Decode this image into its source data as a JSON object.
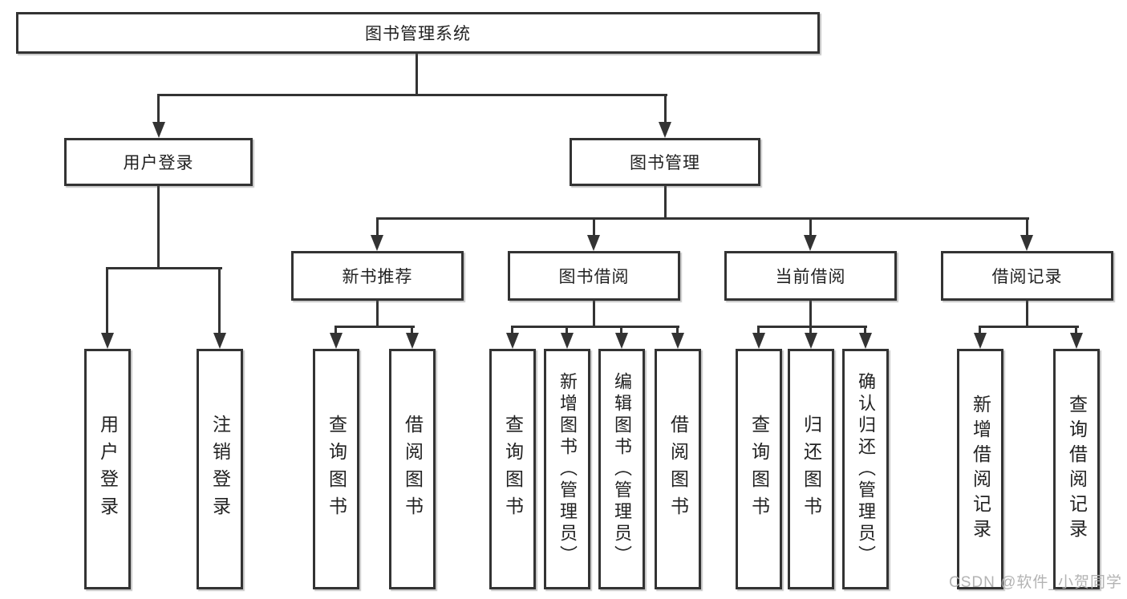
{
  "tree": {
    "root": "图书管理系统",
    "branches": [
      {
        "label": "用户登录",
        "children": [
          "用户登录",
          "注销登录"
        ]
      },
      {
        "label": "图书管理",
        "children": [
          {
            "label": "新书推荐",
            "children": [
              "查询图书",
              "借阅图书"
            ]
          },
          {
            "label": "图书借阅",
            "children": [
              "查询图书",
              "新增图书（管理员）",
              "编辑图书（管理员）",
              "借阅图书"
            ]
          },
          {
            "label": "当前借阅",
            "children": [
              "查询图书",
              "归还图书",
              "确认归还（管理员）"
            ]
          },
          {
            "label": "借阅记录",
            "children": [
              "新增借阅记录",
              "查询借阅记录"
            ]
          }
        ]
      }
    ]
  },
  "watermark": {
    "text": "CSDN @软件_小贺同学"
  },
  "colors": {
    "line": "#333333",
    "text": "#222222",
    "box_bg": "#ffffff",
    "watermark": "#afafaf"
  }
}
